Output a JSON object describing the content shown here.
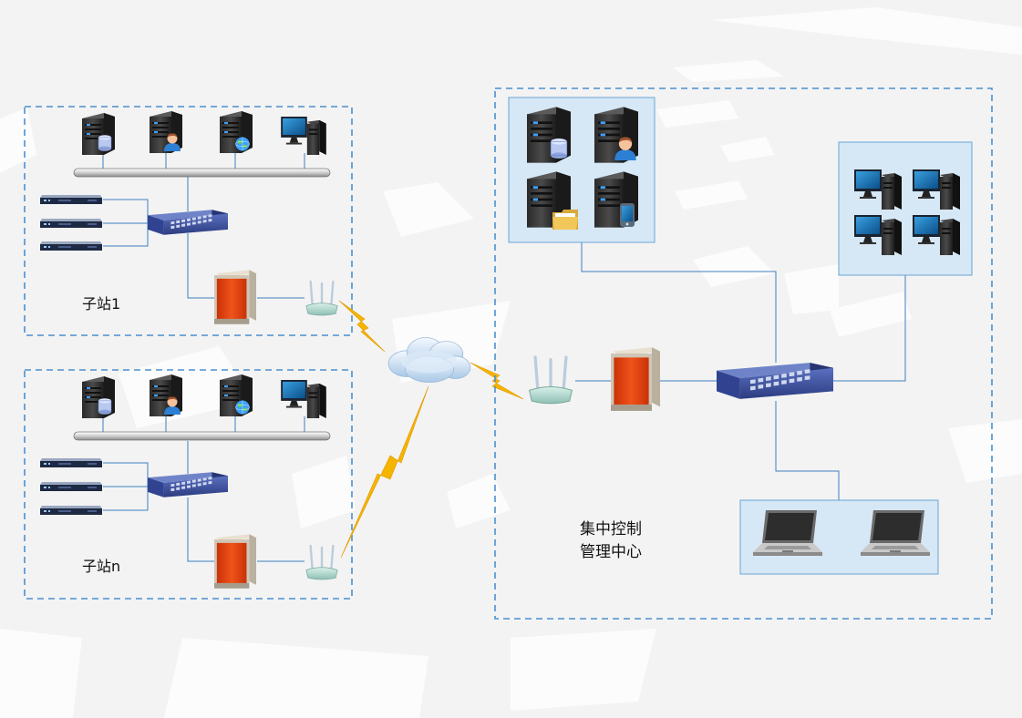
{
  "stations": [
    {
      "label": "子站1"
    },
    {
      "label": "子站n"
    }
  ],
  "control_center": {
    "label_line1": "集中控制",
    "label_line2": "管理中心"
  },
  "colors": {
    "dashed_border": "#4a90d0",
    "link_line": "#3d7fbf",
    "panel_fill": "#d6e7f5",
    "panel_border": "#6aa4d6",
    "switch_blue": "#3b4f9a",
    "firewall_red": "#e0420e",
    "lightning": "#f5b400",
    "background": "#f3f3f3"
  },
  "icons": {
    "server_db": "server-database-icon",
    "server_user": "server-user-icon",
    "server_web": "server-web-icon",
    "server_file": "server-folder-icon",
    "server_mobile": "server-mobile-icon",
    "workstation": "desktop-workstation-icon",
    "rack_unit": "rack-unit-icon",
    "switch": "network-switch-icon",
    "firewall": "firewall-icon",
    "router": "wireless-router-icon",
    "cloud": "cloud-icon",
    "laptop": "laptop-icon",
    "lightning": "lightning-link-icon"
  }
}
